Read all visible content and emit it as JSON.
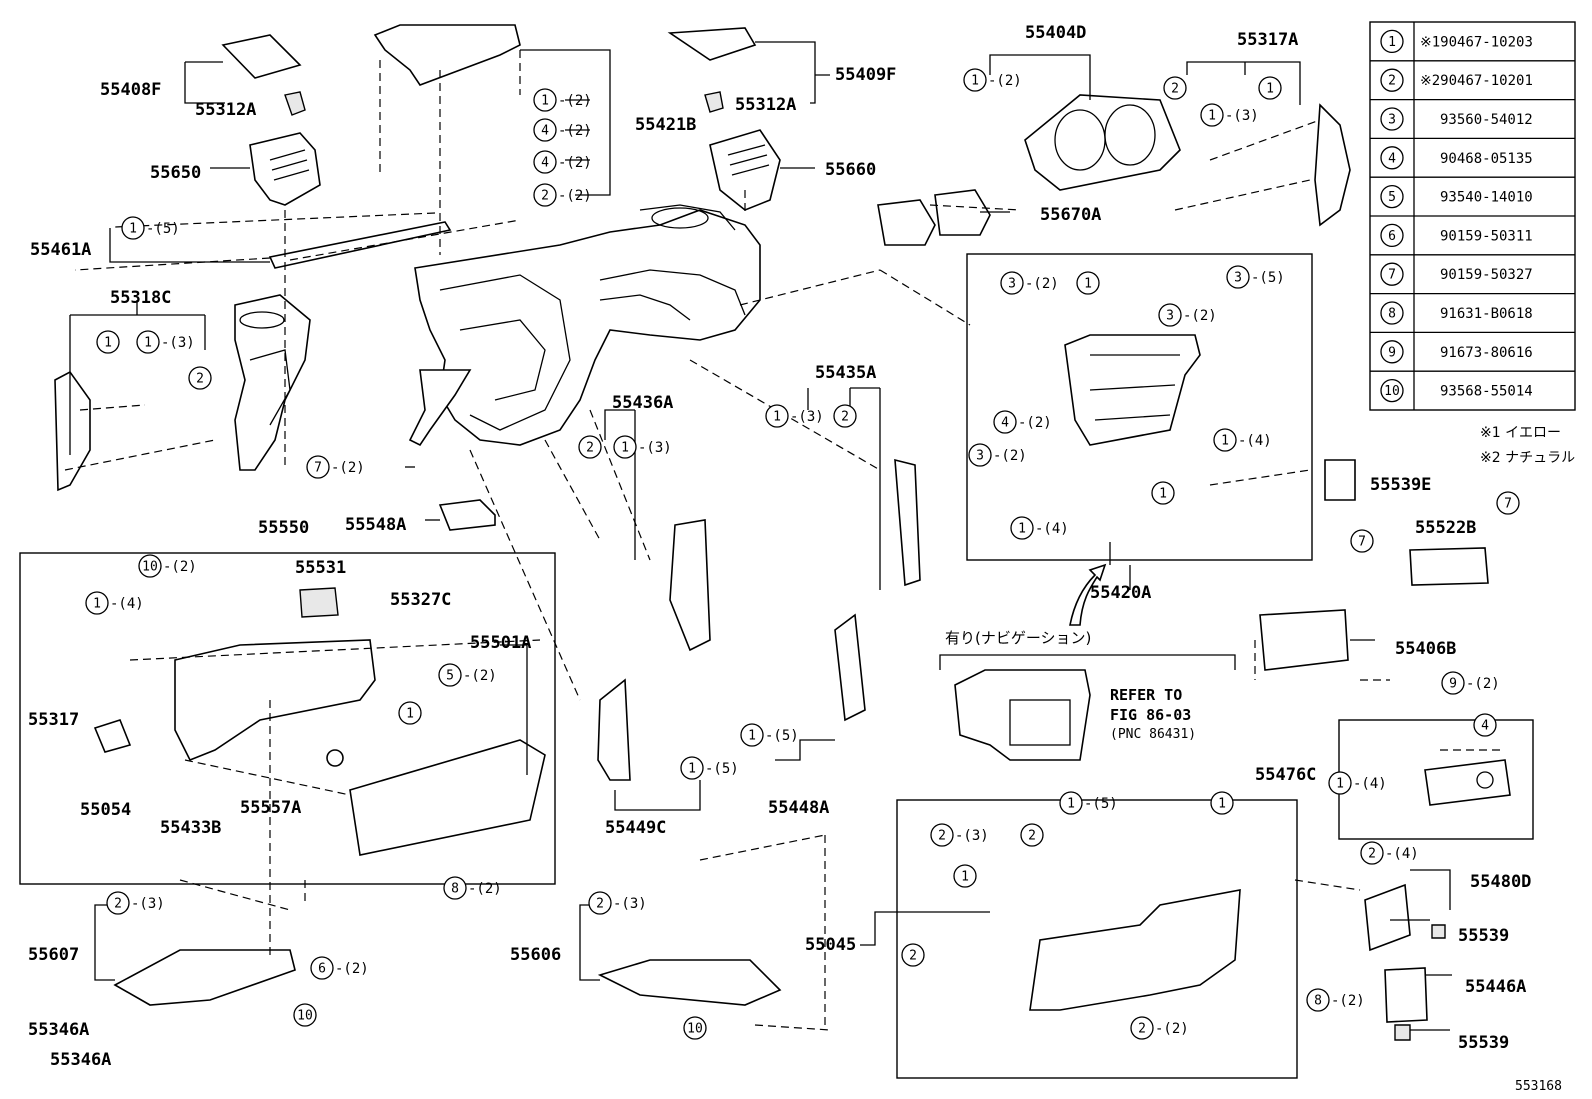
{
  "diagram_code": "553168",
  "parts": {
    "p55408F": "55408F",
    "p55312A_l": "55312A",
    "p55650": "55650",
    "p55461A": "55461A",
    "p55318C": "55318C",
    "p55421B": "55421B",
    "p55409F": "55409F",
    "p55312A_r": "55312A",
    "p55660": "55660",
    "p55404D": "55404D",
    "p55317A": "55317A",
    "p55670A": "55670A",
    "p55436A": "55436A",
    "p55435A": "55435A",
    "p55548A": "55548A",
    "p55550": "55550",
    "p55531": "55531",
    "p55327C": "55327C",
    "p55501A": "55501A",
    "p55317": "55317",
    "p55054": "55054",
    "p55433B": "55433B",
    "p55557A": "55557A",
    "p55449C": "55449C",
    "p55448A": "55448A",
    "p55420A": "55420A",
    "p55539E": "55539E",
    "p55522B": "55522B",
    "p55406B": "55406B",
    "p55476C": "55476C",
    "p55480D": "55480D",
    "p55539_a": "55539",
    "p55446A": "55446A",
    "p55539_b": "55539",
    "p55045": "55045",
    "p55607": "55607",
    "p55606": "55606",
    "p55346A_a": "55346A",
    "p55346A_b": "55346A"
  },
  "navi_label": "有り(ナビゲーション)",
  "refer": {
    "line1": "REFER TO",
    "line2": "FIG 86-03",
    "line3": "(PNC 86431)"
  },
  "fastener_table": [
    {
      "no": "1",
      "mark": "※1",
      "part": "90467-10203"
    },
    {
      "no": "2",
      "mark": "※2",
      "part": "90467-10201"
    },
    {
      "no": "3",
      "mark": "",
      "part": "93560-54012"
    },
    {
      "no": "4",
      "mark": "",
      "part": "90468-05135"
    },
    {
      "no": "5",
      "mark": "",
      "part": "93540-14010"
    },
    {
      "no": "6",
      "mark": "",
      "part": "90159-50311"
    },
    {
      "no": "7",
      "mark": "",
      "part": "90159-50327"
    },
    {
      "no": "8",
      "mark": "",
      "part": "91631-B0618"
    },
    {
      "no": "9",
      "mark": "",
      "part": "91673-80616"
    },
    {
      "no": "10",
      "mark": "",
      "part": "93568-55014"
    }
  ],
  "notes": {
    "note1": "※1 イエロー",
    "note2": "※2 ナチュラル"
  },
  "callouts": [
    {
      "n": "1",
      "q": "-(2)"
    },
    {
      "n": "4",
      "q": "-(2)"
    },
    {
      "n": "4",
      "q": "-(2)"
    },
    {
      "n": "2",
      "q": "-(2)"
    },
    {
      "n": "1",
      "q": "-(5)"
    },
    {
      "n": "1",
      "q": ""
    },
    {
      "n": "1",
      "q": "-(3)"
    },
    {
      "n": "2",
      "q": ""
    },
    {
      "n": "1",
      "q": "-(2)"
    },
    {
      "n": "2",
      "q": ""
    },
    {
      "n": "1",
      "q": "-(3)"
    },
    {
      "n": "1",
      "q": ""
    },
    {
      "n": "3",
      "q": "-(2)"
    },
    {
      "n": "1",
      "q": ""
    },
    {
      "n": "3",
      "q": "-(2)"
    },
    {
      "n": "3",
      "q": "-(5)"
    },
    {
      "n": "4",
      "q": "-(2)"
    },
    {
      "n": "1",
      "q": "-(4)"
    },
    {
      "n": "3",
      "q": "-(2)"
    },
    {
      "n": "1",
      "q": ""
    },
    {
      "n": "1",
      "q": "-(4)"
    },
    {
      "n": "2",
      "q": ""
    },
    {
      "n": "1",
      "q": "-(3)"
    },
    {
      "n": "1",
      "q": "-(3)"
    },
    {
      "n": "2",
      "q": ""
    },
    {
      "n": "7",
      "q": "-(2)"
    },
    {
      "n": "10",
      "q": "-(2)"
    },
    {
      "n": "1",
      "q": "-(4)"
    },
    {
      "n": "5",
      "q": "-(2)"
    },
    {
      "n": "1",
      "q": ""
    },
    {
      "n": "1",
      "q": "-(5)"
    },
    {
      "n": "1",
      "q": "-(5)"
    },
    {
      "n": "7",
      "q": ""
    },
    {
      "n": "7",
      "q": ""
    },
    {
      "n": "9",
      "q": "-(2)"
    },
    {
      "n": "4",
      "q": ""
    },
    {
      "n": "1",
      "q": "-(4)"
    },
    {
      "n": "2",
      "q": "-(4)"
    },
    {
      "n": "8",
      "q": "-(2)"
    },
    {
      "n": "2",
      "q": "-(3)"
    },
    {
      "n": "6",
      "q": "-(2)"
    },
    {
      "n": "10",
      "q": ""
    },
    {
      "n": "2",
      "q": "-(3)"
    },
    {
      "n": "10",
      "q": ""
    },
    {
      "n": "1",
      "q": "-(5)"
    },
    {
      "n": "1",
      "q": ""
    },
    {
      "n": "2",
      "q": "-(3)"
    },
    {
      "n": "2",
      "q": ""
    },
    {
      "n": "1",
      "q": ""
    },
    {
      "n": "2",
      "q": ""
    },
    {
      "n": "2",
      "q": "-(2)"
    },
    {
      "n": "8",
      "q": "-(2)"
    }
  ]
}
